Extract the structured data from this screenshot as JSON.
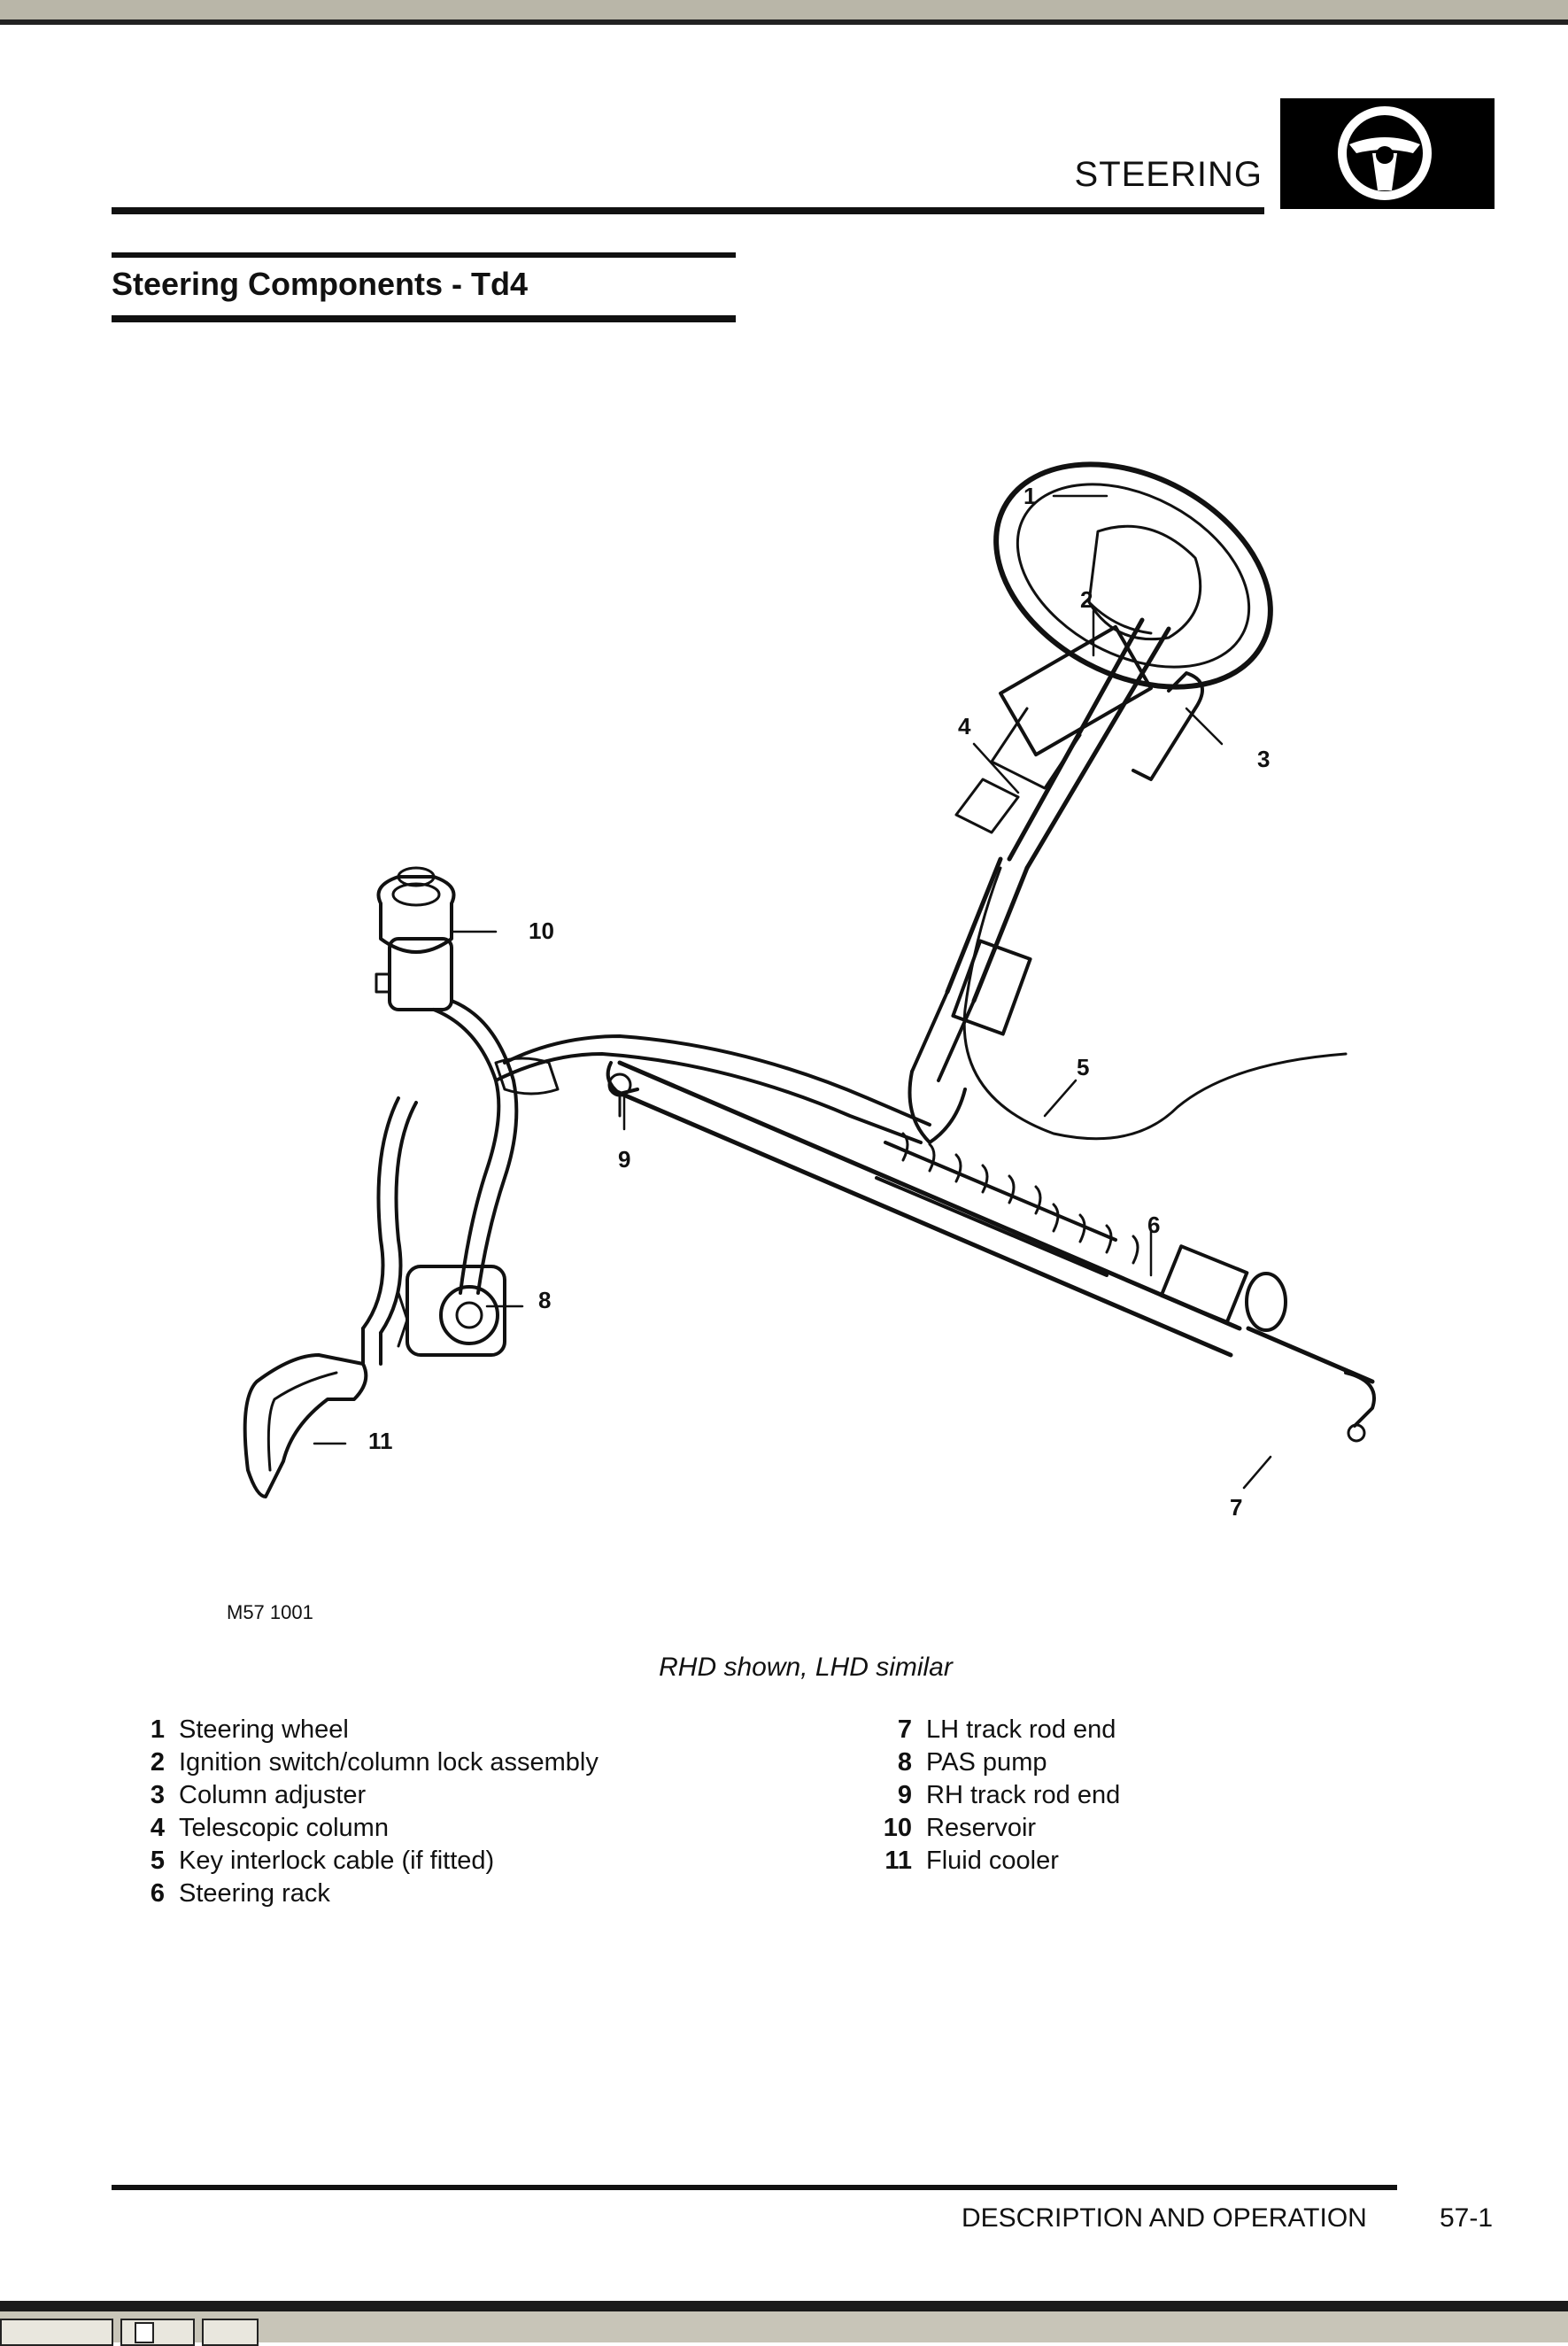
{
  "header": {
    "section_title": "STEERING",
    "section_icon": "steering-wheel-icon"
  },
  "subheader": {
    "title": "Steering Components - Td4"
  },
  "figure": {
    "code": "M57 1001",
    "caption": "RHD shown, LHD similar",
    "callouts": [
      "1",
      "2",
      "3",
      "4",
      "5",
      "6",
      "7",
      "8",
      "9",
      "10",
      "11"
    ]
  },
  "legend": {
    "left": [
      {
        "num": "1",
        "label": "Steering wheel"
      },
      {
        "num": "2",
        "label": "Ignition switch/column lock assembly"
      },
      {
        "num": "3",
        "label": "Column adjuster"
      },
      {
        "num": "4",
        "label": "Telescopic column"
      },
      {
        "num": "5",
        "label": "Key interlock cable (if fitted)"
      },
      {
        "num": "6",
        "label": "Steering rack"
      }
    ],
    "right": [
      {
        "num": "7",
        "label": "LH track rod end"
      },
      {
        "num": "8",
        "label": "PAS pump"
      },
      {
        "num": "9",
        "label": "RH track rod end"
      },
      {
        "num": "10",
        "label": "Reservoir"
      },
      {
        "num": "11",
        "label": "Fluid cooler"
      }
    ]
  },
  "footer": {
    "section": "DESCRIPTION AND OPERATION",
    "page": "57-1"
  }
}
